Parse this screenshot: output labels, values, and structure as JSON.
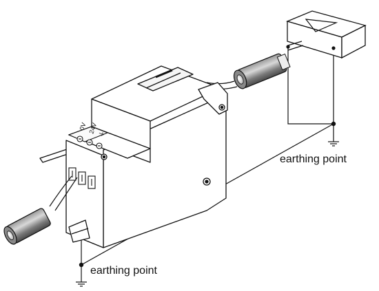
{
  "labels": {
    "earthing_right": "earthing point",
    "earthing_bottom": "earthing point"
  },
  "terminals": {
    "t1": "0V",
    "t2": "24V",
    "t3": "⏚"
  },
  "colors": {
    "line": "#111111",
    "body_fill": "#ffffff",
    "connector_dark": "#5a5a5a",
    "connector_light": "#d9d9d9"
  }
}
